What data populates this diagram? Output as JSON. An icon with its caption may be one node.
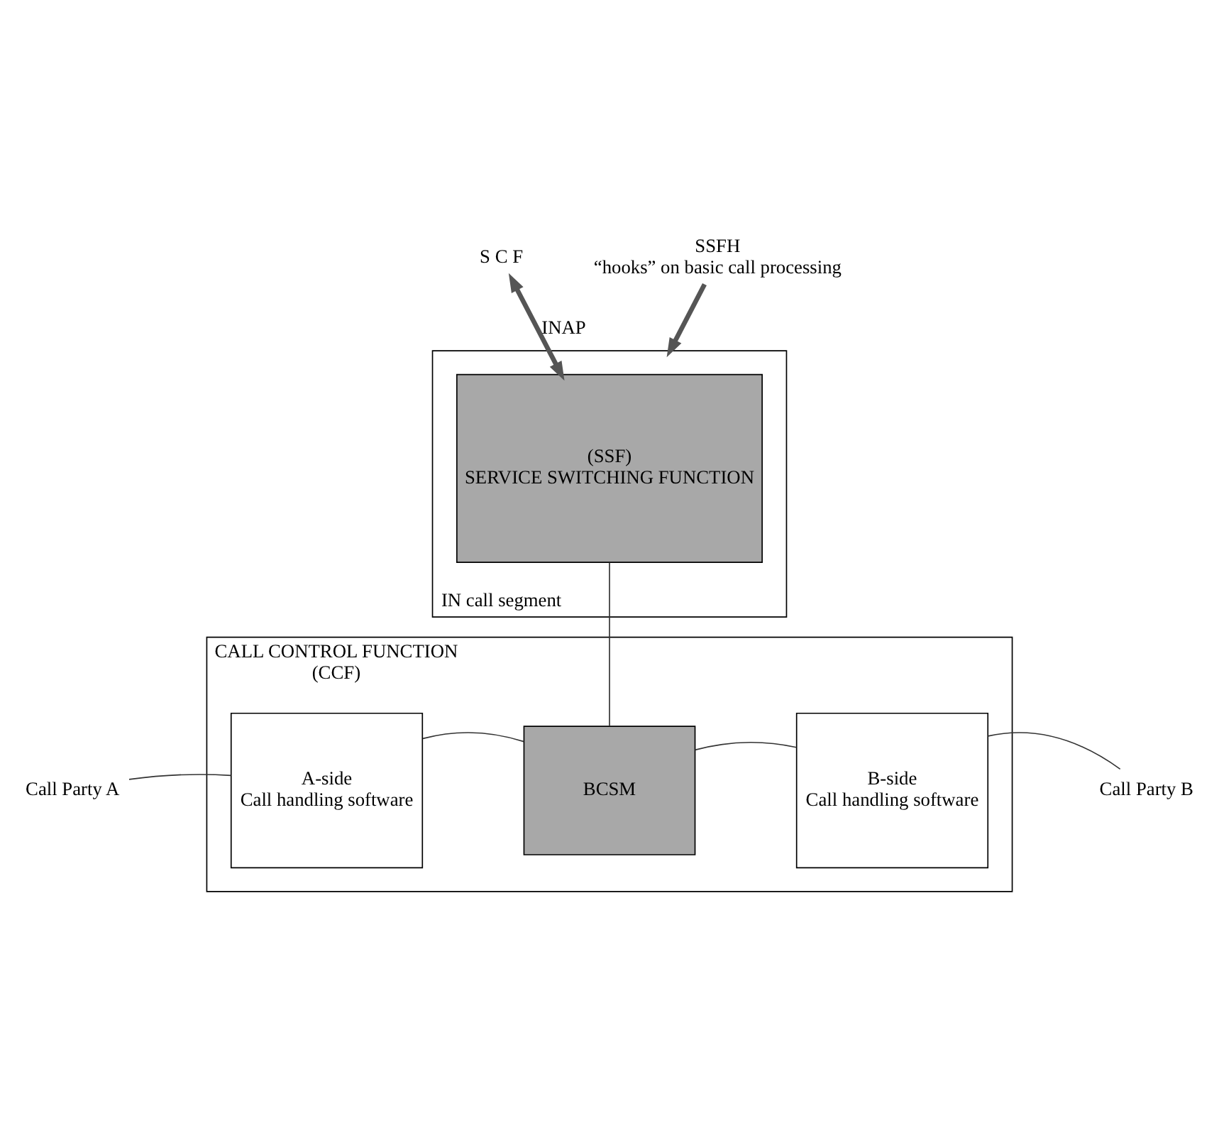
{
  "diagram": {
    "nodes": [
      {
        "text": [
          "IN call segment"
        ]
      },
      {
        "text": [
          "(SSF)",
          "SERVICE SWITCHING FUNCTION"
        ],
        "in": 0
      },
      {
        "text": [
          "CALL CONTROL FUNCTION",
          "(CCF)"
        ]
      },
      {
        "text": [
          "A-side",
          "Call handling software"
        ],
        "in": 2
      },
      {
        "text": [
          "BCSM"
        ],
        "in": 2
      },
      {
        "text": [
          "B-side",
          "Call handling software"
        ],
        "in": 2
      },
      {
        "text": [
          "S C F"
        ]
      },
      {
        "text": [
          "Call Party A"
        ]
      },
      {
        "text": [
          "Call Party B"
        ]
      },
      {
        "text": [
          "SSFH",
          "“hooks” on basic call processing"
        ]
      }
    ],
    "edges": [
      {
        "from": 6,
        "to": 1,
        "arrow": "both",
        "label": "INAP",
        "style": "thick"
      },
      {
        "from": 9,
        "to": 0,
        "arrow": "to",
        "style": "thick"
      },
      {
        "from": 1,
        "to": 4,
        "arrow": "none"
      },
      {
        "from": 7,
        "to": 3,
        "arrow": "none"
      },
      {
        "from": 3,
        "to": 4,
        "arrow": "none"
      },
      {
        "from": 4,
        "to": 5,
        "arrow": "none"
      },
      {
        "from": 5,
        "to": 8,
        "arrow": "none"
      }
    ]
  }
}
